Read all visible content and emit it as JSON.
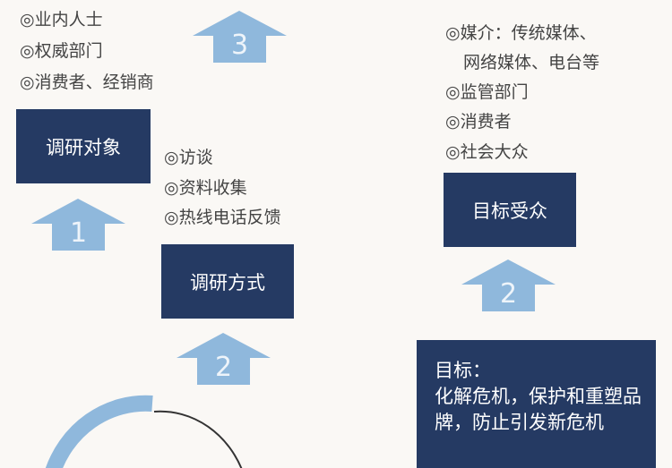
{
  "list_objects": [
    "◎业内人士",
    "◎权威部门",
    "◎消费者、经销商"
  ],
  "box_objects": "调研对象",
  "list_methods": [
    "◎访谈",
    "◎资料收集",
    "◎热线电话反馈"
  ],
  "box_methods": "调研方式",
  "list_audience": [
    "◎媒介：传统媒体、",
    "网络媒体、电台等",
    "◎监管部门",
    "◎消费者",
    "◎社会大众"
  ],
  "box_audience": "目标受众",
  "arrows": {
    "a3": "3",
    "a1": "1",
    "a2": "2",
    "a2b": "2"
  },
  "goal": {
    "title": "目标：",
    "text": "化解危机，保护和重塑品牌，防止引发新危机"
  },
  "colors": {
    "box": "#253a63",
    "arrow": "#8fb8dc",
    "bg": "#faf8f5"
  }
}
